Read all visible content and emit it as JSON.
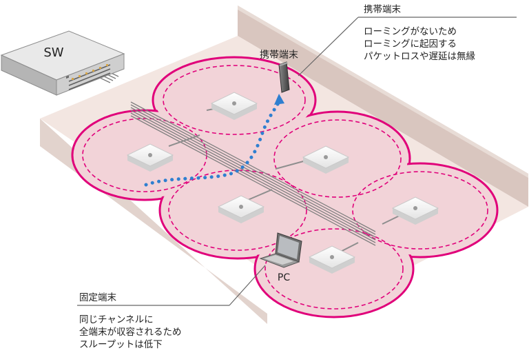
{
  "switch": {
    "label": "SW"
  },
  "mobile": {
    "device_label": "携帯端末",
    "callout_title": "携帯端末",
    "callout_lines": [
      "ローミングがないため",
      "ローミングに起因する",
      "パケットロスや遅延は無縁"
    ]
  },
  "fixed": {
    "device_label": "PC",
    "callout_title": "固定端末",
    "callout_lines": [
      "同じチャンネルに",
      "全端末が収容されるため",
      "スループットは低下"
    ]
  },
  "colors": {
    "coverage_outline": "#e0007a",
    "coverage_fill": "#f2d3d8",
    "floor": "#f3e6e1",
    "wall": "#d9c6bf",
    "roaming_path": "#2f7fd0"
  },
  "icons": {
    "access_point": "access-point-icon",
    "switch": "network-switch-icon",
    "phone": "smartphone-icon",
    "laptop": "laptop-icon"
  }
}
